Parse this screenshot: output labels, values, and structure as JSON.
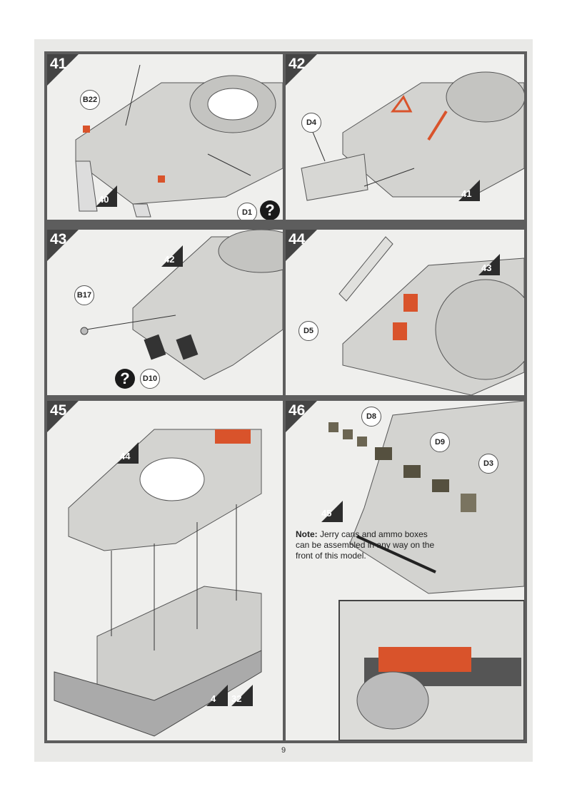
{
  "page_number": "9",
  "steps": [
    {
      "number": "41",
      "refs": [
        "40"
      ],
      "parts": [
        "B22",
        "D1"
      ],
      "help": "?"
    },
    {
      "number": "42",
      "refs": [
        "41"
      ],
      "parts": [
        "D4"
      ]
    },
    {
      "number": "43",
      "refs": [
        "42"
      ],
      "parts": [
        "B17",
        "D10"
      ],
      "help": "?"
    },
    {
      "number": "44",
      "refs": [
        "43"
      ],
      "parts": [
        "D5"
      ]
    },
    {
      "number": "45",
      "refs": [
        "44",
        "4",
        "32"
      ],
      "parts": []
    },
    {
      "number": "46",
      "refs": [
        "45"
      ],
      "parts": [
        "D8",
        "D9",
        "D3"
      ],
      "note_label": "Note:",
      "note_text": " Jerry cans and ammo boxes can be assembled in any way on the front of this model."
    }
  ],
  "colors": {
    "part_highlight": "#d9532b",
    "model": "#d2d2cf",
    "frame": "#5d5d5d"
  }
}
